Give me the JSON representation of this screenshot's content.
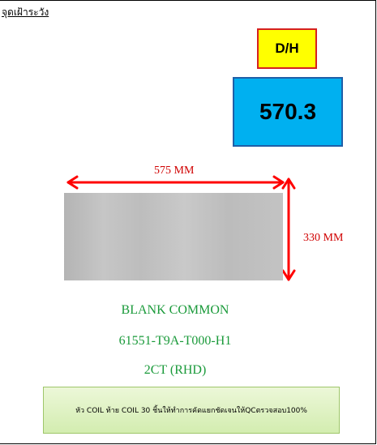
{
  "heading": "จุดเฝ้าระวัง",
  "dh_label": "D/H",
  "dh_value": "570.3",
  "width_label": "575 MM",
  "height_label": "330 MM",
  "part": {
    "name": "BLANK COMMON",
    "number": "61551-T9A-T000-H1",
    "variant": "2CT (RHD)"
  },
  "note": "หัว COIL ท้าย COIL 30 ชิ้นให้ทำการคัดแยกชัดเจนให้QCตรวจสอบ100%",
  "colors": {
    "dimension": "#d00000",
    "part_text": "#1a9a3a",
    "dh_fill": "#ffff00",
    "value_fill": "#00b0f0"
  }
}
